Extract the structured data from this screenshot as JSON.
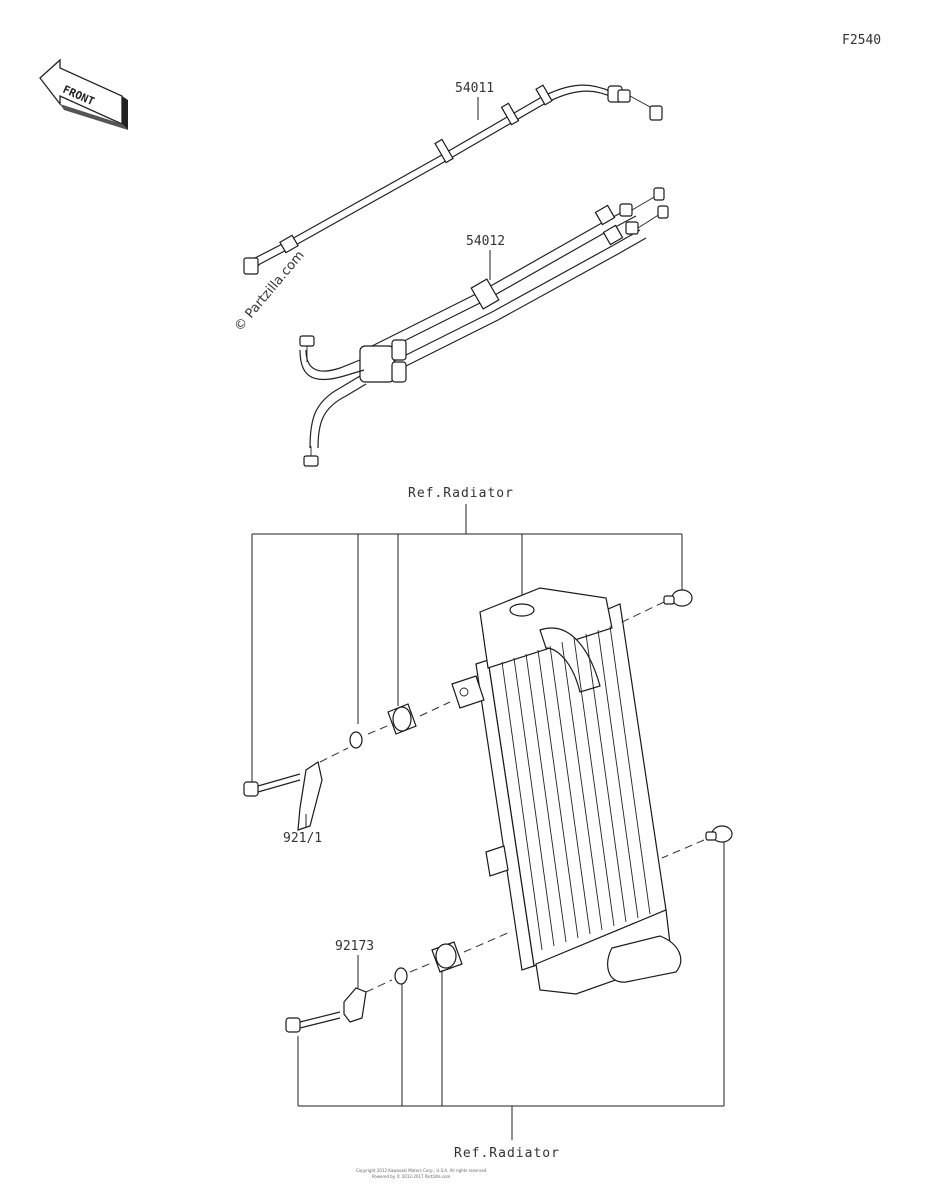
{
  "diagram_code": "F2540",
  "front_label": "FRONT",
  "watermark": "© Partzilla.com",
  "parts": {
    "p54011": "54011",
    "p54012": "54012",
    "p92171": "921/1",
    "p92173": "92173"
  },
  "ref_top": "Ref.Radiator",
  "ref_bottom": "Ref.Radiator",
  "footer_line1": "Copyright 2012 Kawasaki Motors Corp., U.S.A. All rights reserved.",
  "footer_line2": "Powered by © 2012-2017 Partzilla.com"
}
